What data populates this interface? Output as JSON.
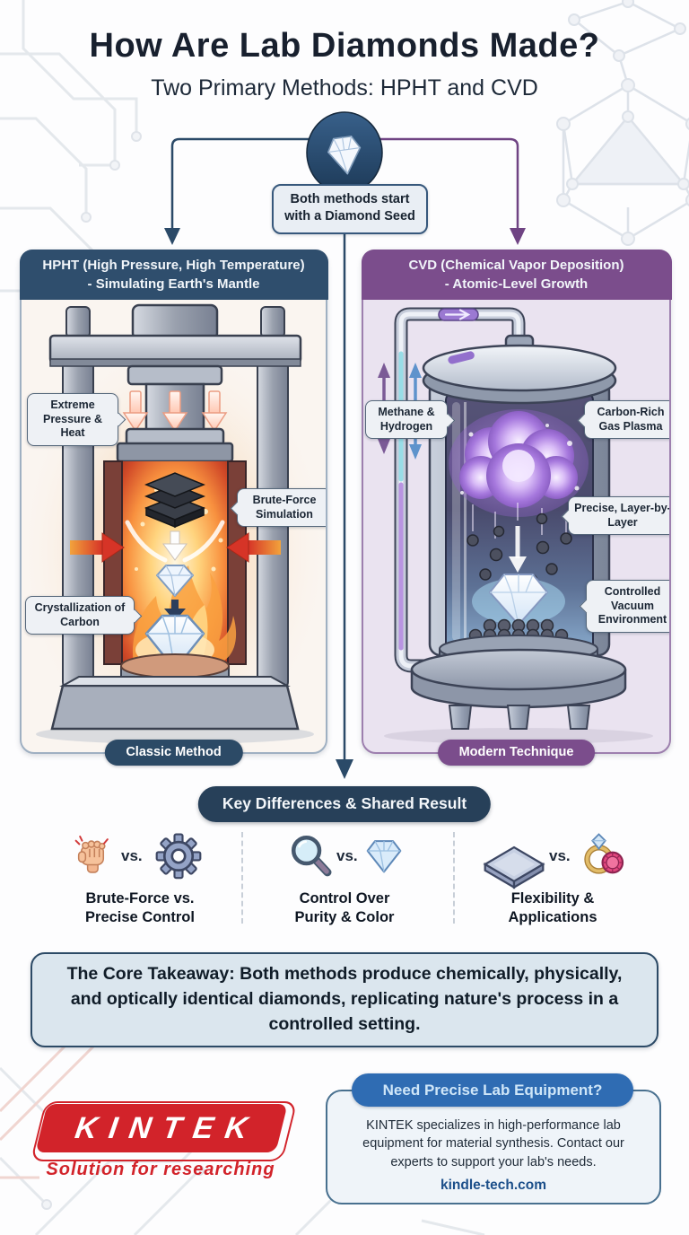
{
  "header": {
    "title": "How Are Lab Diamonds Made?",
    "subtitle": "Two Primary Methods: HPHT and CVD"
  },
  "seed": {
    "callout": "Both methods start with a Diamond Seed",
    "icon": "diamond-seed-icon"
  },
  "hpht": {
    "header1": "HPHT (High Pressure, High Temperature)",
    "header2": "- Simulating Earth's Mantle",
    "labels": {
      "pressure": "Extreme Pressure & Heat",
      "brute": "Brute-Force Simulation",
      "crystal": "Crystallization of Carbon"
    },
    "badge": "Classic Method"
  },
  "cvd": {
    "header1": "CVD (Chemical Vapor Deposition)",
    "header2": "- Atomic-Level Growth",
    "labels": {
      "gas": "Methane & Hydrogen",
      "plasma": "Carbon-Rich Gas Plasma",
      "layer": "Precise, Layer-by-Layer",
      "vacuum": "Controlled Vacuum Environment"
    },
    "badge": "Modern Technique"
  },
  "key": {
    "title": "Key Differences & Shared Result",
    "vs": "vs.",
    "items": [
      {
        "label": "Brute-Force vs. Precise Control",
        "icons": [
          "fist-icon",
          "gear-icon"
        ]
      },
      {
        "label": "Control Over Purity & Color",
        "icons": [
          "magnifier-icon",
          "diamond-icon"
        ]
      },
      {
        "label": "Flexibility & Applications",
        "icons": [
          "wafer-icon",
          "ring-icon"
        ]
      }
    ]
  },
  "takeaway": {
    "text": "The Core Takeaway: Both methods produce chemically, physically, and optically identical diamonds, replicating nature's process in a controlled setting."
  },
  "footer": {
    "cta_title": "Need Precise Lab Equipment?",
    "cta_body": "KINTEK specializes in high-performance lab equipment for material synthesis. Contact our experts to support your lab's needs.",
    "cta_link": "kindle-tech.com",
    "logo_text": "KINTEK",
    "tagline": "Solution for researching"
  },
  "colors": {
    "navy": "#2c4a66",
    "purple": "#7b4d8c",
    "brand_red": "#d2232a",
    "cta_blue": "#2f6cb3",
    "plasma_purple": "#9a6ed2",
    "fire_orange": "#f47b35"
  }
}
